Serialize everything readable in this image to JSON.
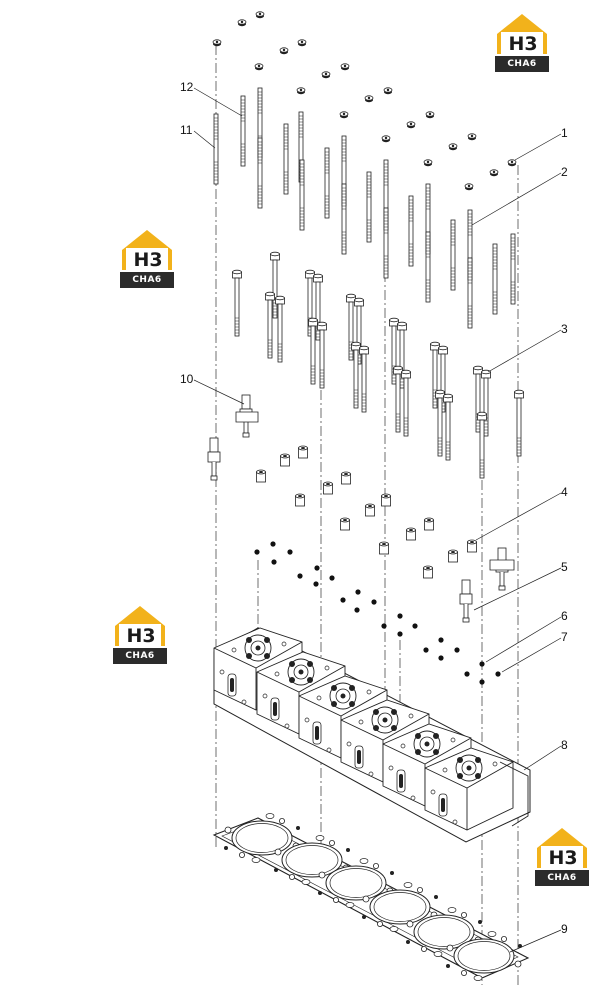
{
  "diagram": {
    "type": "exploded-parts-diagram",
    "callouts": [
      "1",
      "2",
      "3",
      "4",
      "5",
      "6",
      "7",
      "8",
      "9",
      "10",
      "11",
      "12"
    ]
  },
  "watermark": {
    "brand_top": "H3",
    "brand_bottom": "CHA6",
    "colors": {
      "gold": "#f2b21b",
      "dark": "#2b2b2b",
      "white": "#ffffff"
    }
  },
  "footer": {
    "text": ""
  },
  "colors": {
    "line": "#222222",
    "dash": "#333333"
  }
}
